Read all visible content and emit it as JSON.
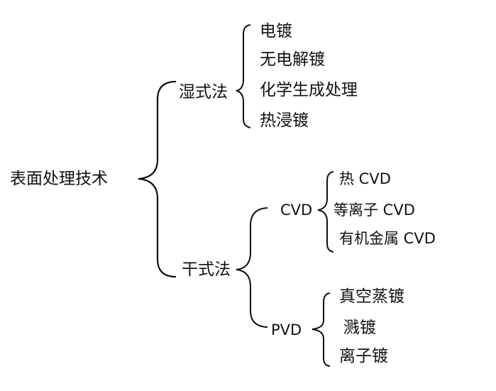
{
  "colors": {
    "line": "#111111",
    "text": "#111111",
    "background": "#ffffff"
  },
  "root": "表面处理技术",
  "wet": {
    "label": "湿式法",
    "items": [
      "电镀",
      "无电解镀",
      "化学生成处理",
      "热浸镀"
    ]
  },
  "dry": {
    "label": "干式法",
    "cvd": {
      "label": "CVD",
      "items": [
        "热 CVD",
        "等离子 CVD",
        "有机金属 CVD"
      ]
    },
    "pvd": {
      "label": "PVD",
      "items": [
        "真空蒸镀",
        "溅镀",
        "离子镀"
      ]
    }
  }
}
